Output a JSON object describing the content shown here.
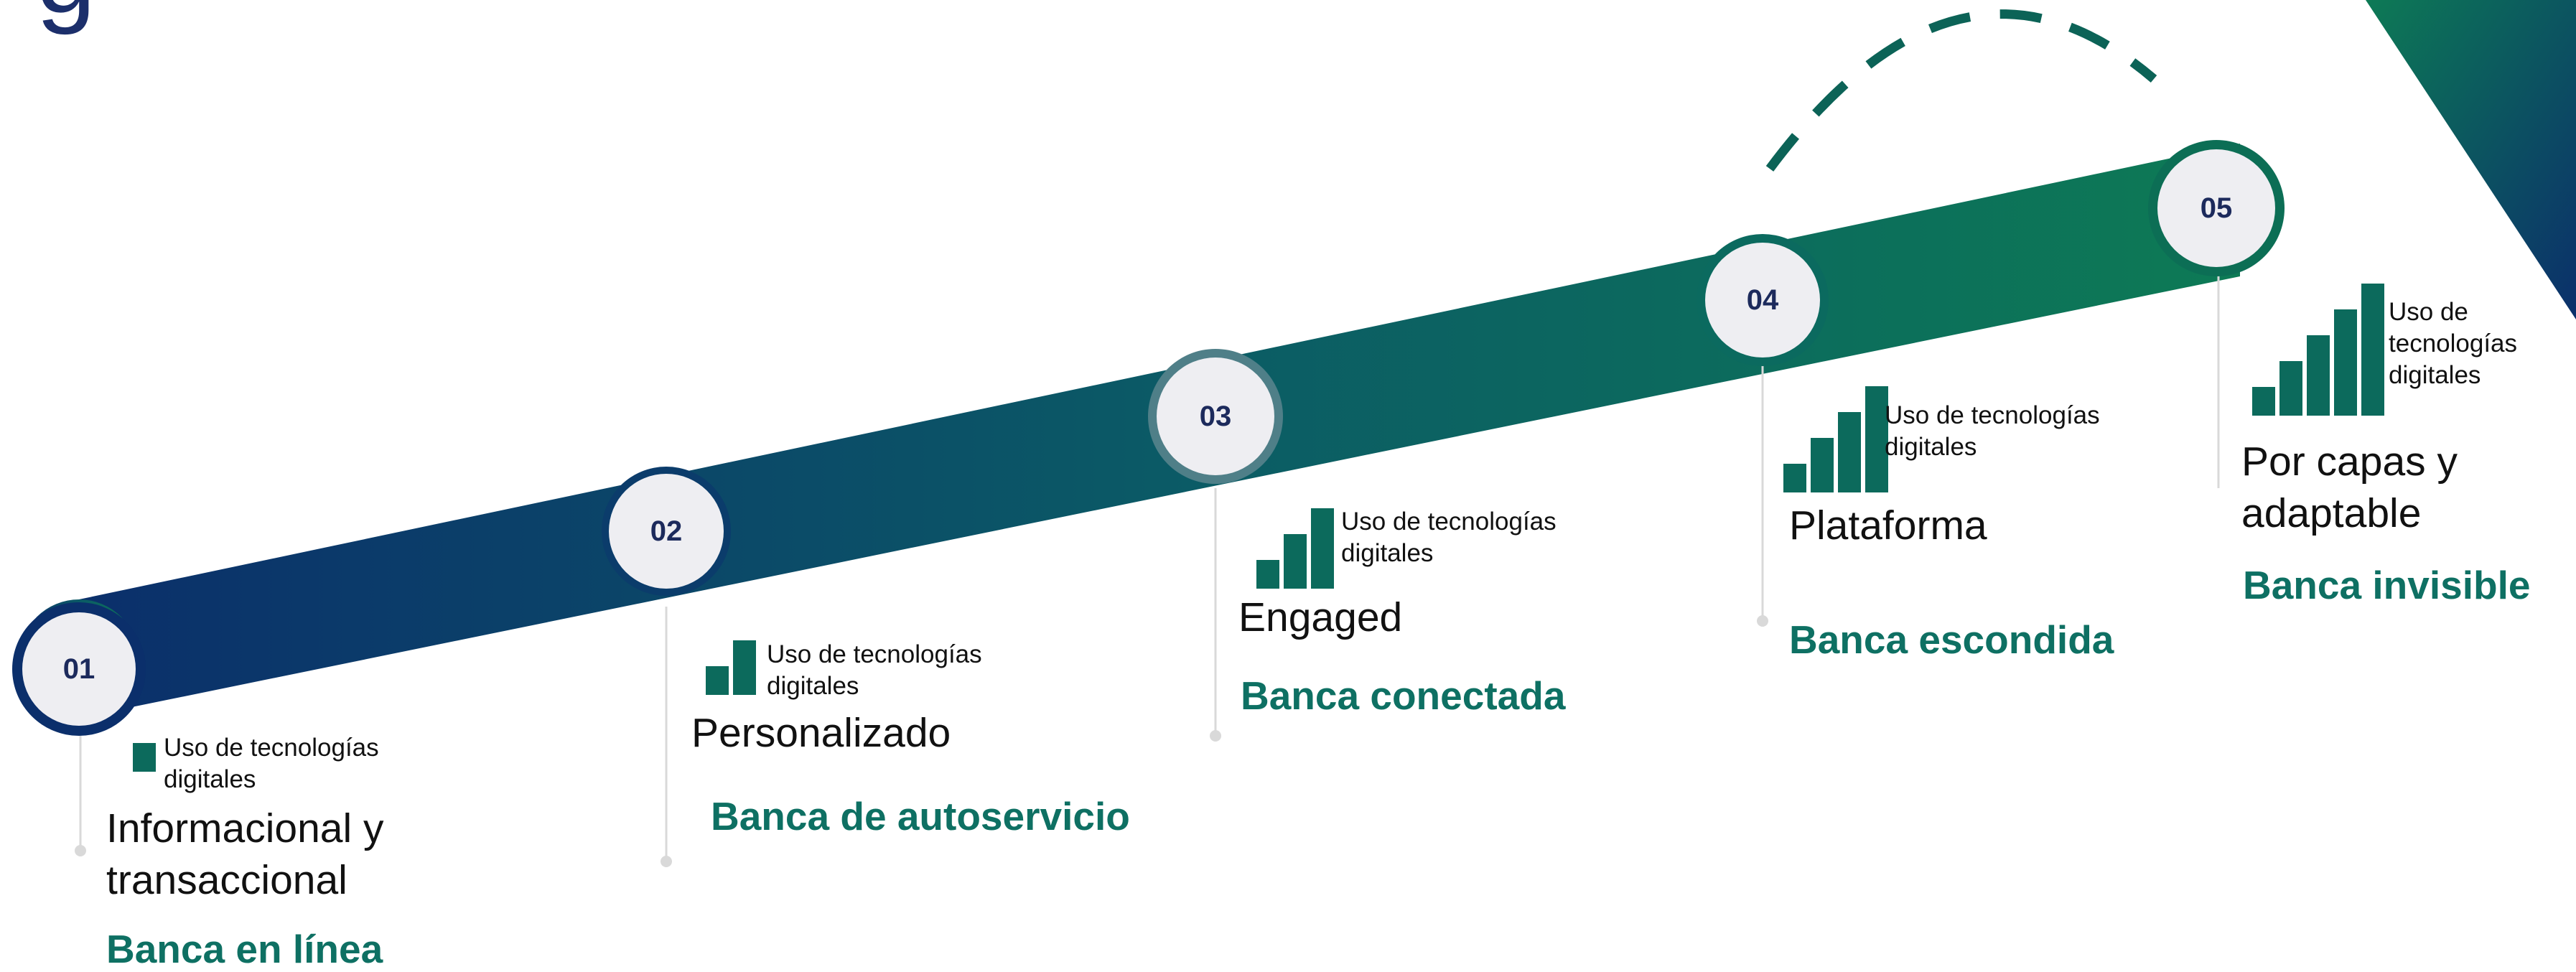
{
  "title_fragment": "g",
  "colors": {
    "band_start": "#0b2f6b",
    "band_mid": "#0b5a66",
    "band_end": "#0d7a55",
    "accent_text": "#0e7063",
    "node_fill": "#eeeef2",
    "node_ring": "#0b5a66",
    "number_text": "#1c2a5c",
    "bars": "#0c6a5c",
    "dashed_arc": "#0c6357"
  },
  "stages": [
    {
      "number": "01",
      "usage_lines": [
        "Uso de tecnologías",
        "digitales"
      ],
      "usage_level": 1,
      "feature_lines": [
        "Informacional y",
        "transaccional"
      ],
      "banca": "Banca en línea"
    },
    {
      "number": "02",
      "usage_lines": [
        "Uso de tecnologías",
        "digitales"
      ],
      "usage_level": 2,
      "feature_lines": [
        "Personalizado"
      ],
      "banca": "Banca de autoservicio"
    },
    {
      "number": "03",
      "usage_lines": [
        "Uso de tecnologías",
        "digitales"
      ],
      "usage_level": 3,
      "feature_lines": [
        "Engaged"
      ],
      "banca": "Banca conectada"
    },
    {
      "number": "04",
      "usage_lines": [
        "Uso de tecnologías",
        "digitales"
      ],
      "usage_level": 4,
      "feature_lines": [
        "Plataforma"
      ],
      "banca": "Banca escondida"
    },
    {
      "number": "05",
      "usage_lines": [
        "Uso de",
        "tecnologías",
        "digitales"
      ],
      "usage_level": 5,
      "feature_lines": [
        "Por capas y",
        "adaptable"
      ],
      "banca": "Banca invisible"
    }
  ]
}
